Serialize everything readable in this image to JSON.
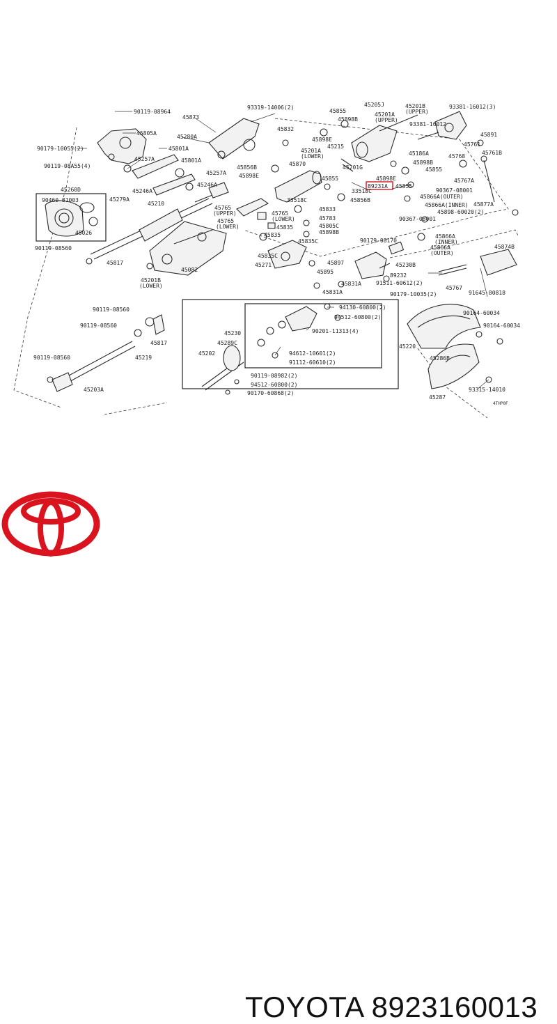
{
  "footer": {
    "brand": "TOYOTA",
    "part_number": "8923160013"
  },
  "logo": {
    "name": "toyota-logo-icon",
    "color": "#d9141e"
  },
  "highlight": {
    "label": "89231A",
    "color": "#d9141e"
  },
  "diagram_code": "4THP0F",
  "labels": [
    {
      "id": "l1",
      "text": "90119-08964"
    },
    {
      "id": "l2",
      "text": "45805A"
    },
    {
      "id": "l3",
      "text": "90179-10055(2)"
    },
    {
      "id": "l4",
      "text": "45801A"
    },
    {
      "id": "l5",
      "text": "45257A"
    },
    {
      "id": "l6",
      "text": "90119-08A55(4)"
    },
    {
      "id": "l7",
      "text": "45801A"
    },
    {
      "id": "l8",
      "text": "45260D"
    },
    {
      "id": "l9",
      "text": "90460-81003"
    },
    {
      "id": "l10",
      "text": "45246A"
    },
    {
      "id": "l11",
      "text": "45279A"
    },
    {
      "id": "l12",
      "text": "45210"
    },
    {
      "id": "l13",
      "text": "45026"
    },
    {
      "id": "l14",
      "text": "45873"
    },
    {
      "id": "l15",
      "text": "45280A"
    },
    {
      "id": "l16",
      "text": "45257A"
    },
    {
      "id": "l17",
      "text": "45246A"
    },
    {
      "id": "l18",
      "text": "90119-08560"
    },
    {
      "id": "l19",
      "text": "45817"
    },
    {
      "id": "l20",
      "text": "45765"
    },
    {
      "id": "l21",
      "text": "(UPPER)"
    },
    {
      "id": "l22",
      "text": "45765"
    },
    {
      "id": "l23",
      "text": "(LOWER)"
    },
    {
      "id": "l24",
      "text": "45082"
    },
    {
      "id": "l25",
      "text": "45201B"
    },
    {
      "id": "l26",
      "text": "(LOWER)"
    },
    {
      "id": "l27",
      "text": "93319-14006(2)"
    },
    {
      "id": "l28",
      "text": "45832"
    },
    {
      "id": "l29",
      "text": "45856B"
    },
    {
      "id": "l30",
      "text": "45898E"
    },
    {
      "id": "l31",
      "text": "45870"
    },
    {
      "id": "l32",
      "text": "33518C"
    },
    {
      "id": "l33",
      "text": "45833"
    },
    {
      "id": "l34",
      "text": "45765"
    },
    {
      "id": "l35",
      "text": "(LOWER)"
    },
    {
      "id": "l36",
      "text": "45783"
    },
    {
      "id": "l37",
      "text": "45835"
    },
    {
      "id": "l38",
      "text": "45805C"
    },
    {
      "id": "l39",
      "text": "45835"
    },
    {
      "id": "l40",
      "text": "45898B"
    },
    {
      "id": "l41",
      "text": "45835C"
    },
    {
      "id": "l42",
      "text": "45835C"
    },
    {
      "id": "l43",
      "text": "45271"
    },
    {
      "id": "l44",
      "text": "45897"
    },
    {
      "id": "l45",
      "text": "45895"
    },
    {
      "id": "l46",
      "text": "45831A"
    },
    {
      "id": "l47",
      "text": "45831A"
    },
    {
      "id": "l48",
      "text": "45855"
    },
    {
      "id": "l49",
      "text": "45898B"
    },
    {
      "id": "l50",
      "text": "45898E"
    },
    {
      "id": "l51",
      "text": "45215"
    },
    {
      "id": "l52",
      "text": "45201A"
    },
    {
      "id": "l53",
      "text": "(LOWER)"
    },
    {
      "id": "l54",
      "text": "45201G"
    },
    {
      "id": "l55",
      "text": "45855"
    },
    {
      "id": "l56",
      "text": "45205J"
    },
    {
      "id": "l57",
      "text": "45201A"
    },
    {
      "id": "l58",
      "text": "(UPPER)"
    },
    {
      "id": "l59",
      "text": "45201B"
    },
    {
      "id": "l60",
      "text": "(UPPER)"
    },
    {
      "id": "l61",
      "text": "93381-16012(3)"
    },
    {
      "id": "l62",
      "text": "93381-16012"
    },
    {
      "id": "l63",
      "text": "45891"
    },
    {
      "id": "l64",
      "text": "45761"
    },
    {
      "id": "l65",
      "text": "45186A"
    },
    {
      "id": "l66",
      "text": "45768"
    },
    {
      "id": "l67",
      "text": "45761B"
    },
    {
      "id": "l68",
      "text": "45898E"
    },
    {
      "id": "l69",
      "text": "45898B"
    },
    {
      "id": "l70",
      "text": "45855"
    },
    {
      "id": "l71",
      "text": "89231A"
    },
    {
      "id": "l72",
      "text": "33518C"
    },
    {
      "id": "l73",
      "text": "45855"
    },
    {
      "id": "l74",
      "text": "45856B"
    },
    {
      "id": "l75",
      "text": "45767A"
    },
    {
      "id": "l76",
      "text": "90367-08001"
    },
    {
      "id": "l77",
      "text": "45866A(OUTER)"
    },
    {
      "id": "l78",
      "text": "45866A(INNER)"
    },
    {
      "id": "l79",
      "text": "45877A"
    },
    {
      "id": "l80",
      "text": "45898-60020(2)"
    },
    {
      "id": "l81",
      "text": "90367-08001"
    },
    {
      "id": "l82",
      "text": "45866A"
    },
    {
      "id": "l83",
      "text": "(INNER)"
    },
    {
      "id": "l84",
      "text": "90179-08170"
    },
    {
      "id": "l85",
      "text": "45866A"
    },
    {
      "id": "l86",
      "text": "(OUTER)"
    },
    {
      "id": "l87",
      "text": "45874B"
    },
    {
      "id": "l88",
      "text": "45230B"
    },
    {
      "id": "l89",
      "text": "89232"
    },
    {
      "id": "l90",
      "text": "91511-60612(2)"
    },
    {
      "id": "l91",
      "text": "90179-10035(2)"
    },
    {
      "id": "l92",
      "text": "45767"
    },
    {
      "id": "l93",
      "text": "91645-80818"
    },
    {
      "id": "l94",
      "text": "90119-08560"
    },
    {
      "id": "l95",
      "text": "90119-08560"
    },
    {
      "id": "l96",
      "text": "45817"
    },
    {
      "id": "l97",
      "text": "45219"
    },
    {
      "id": "l98",
      "text": "90119-08560"
    },
    {
      "id": "l99",
      "text": "45203A"
    },
    {
      "id": "l100",
      "text": "45230"
    },
    {
      "id": "l101",
      "text": "45289C"
    },
    {
      "id": "l102",
      "text": "45202"
    },
    {
      "id": "l103",
      "text": "94130-60800(2)"
    },
    {
      "id": "l104",
      "text": "94512-60800(2)"
    },
    {
      "id": "l105",
      "text": "90201-11313(4)"
    },
    {
      "id": "l106",
      "text": "94612-10601(2)"
    },
    {
      "id": "l107",
      "text": "91112-60610(2)"
    },
    {
      "id": "l108",
      "text": "90119-08982(2)"
    },
    {
      "id": "l109",
      "text": "94512-60800(2)"
    },
    {
      "id": "l110",
      "text": "90170-60868(2)"
    },
    {
      "id": "l111",
      "text": "45220"
    },
    {
      "id": "l112",
      "text": "90164-60034"
    },
    {
      "id": "l113",
      "text": "90164-60034"
    },
    {
      "id": "l114",
      "text": "45286B"
    },
    {
      "id": "l115",
      "text": "93315-14010"
    },
    {
      "id": "l116",
      "text": "45287"
    }
  ]
}
